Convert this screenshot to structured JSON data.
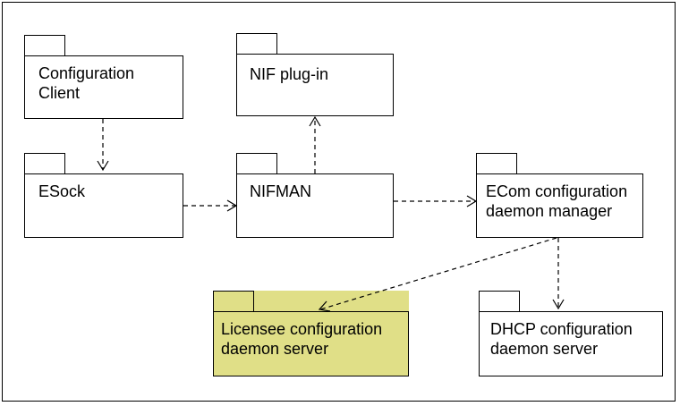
{
  "packages": {
    "config_client": {
      "label": "Configuration\nClient"
    },
    "nif_plugin": {
      "label": "NIF plug-in"
    },
    "esock": {
      "label": "ESock"
    },
    "nifman": {
      "label": "NIFMAN"
    },
    "ecom_manager": {
      "label": "ECom configuration\ndaemon manager"
    },
    "licensee_server": {
      "label": "Licensee configuration\ndaemon server"
    },
    "dhcp_server": {
      "label": "DHCP configuration\ndaemon server"
    }
  },
  "colors": {
    "default_fill": "#ffffff",
    "highlight_fill": "#e0df87",
    "line": "#000000"
  }
}
